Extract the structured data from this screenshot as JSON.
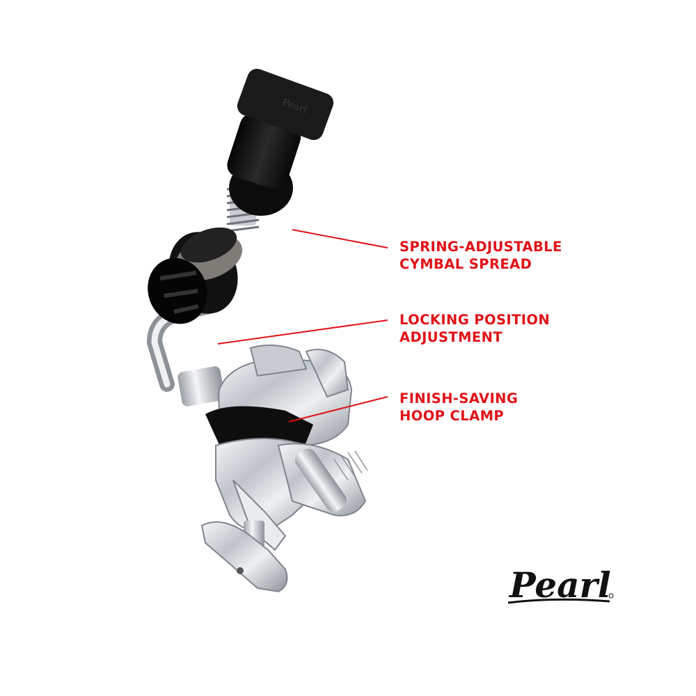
{
  "callouts": {
    "spring": {
      "line1": "SPRING-ADJUSTABLE",
      "line2": "CYMBAL SPREAD"
    },
    "locking": {
      "line1": "LOCKING POSITION",
      "line2": "ADJUSTMENT"
    },
    "clamp": {
      "line1": "FINISH-SAVING",
      "line2": "HOOP CLAMP"
    }
  },
  "brand": {
    "name": "Pearl"
  },
  "colors": {
    "callout": "#e01218",
    "background": "#ffffff",
    "felt": "#111111",
    "chrome": "#d4d7db"
  }
}
